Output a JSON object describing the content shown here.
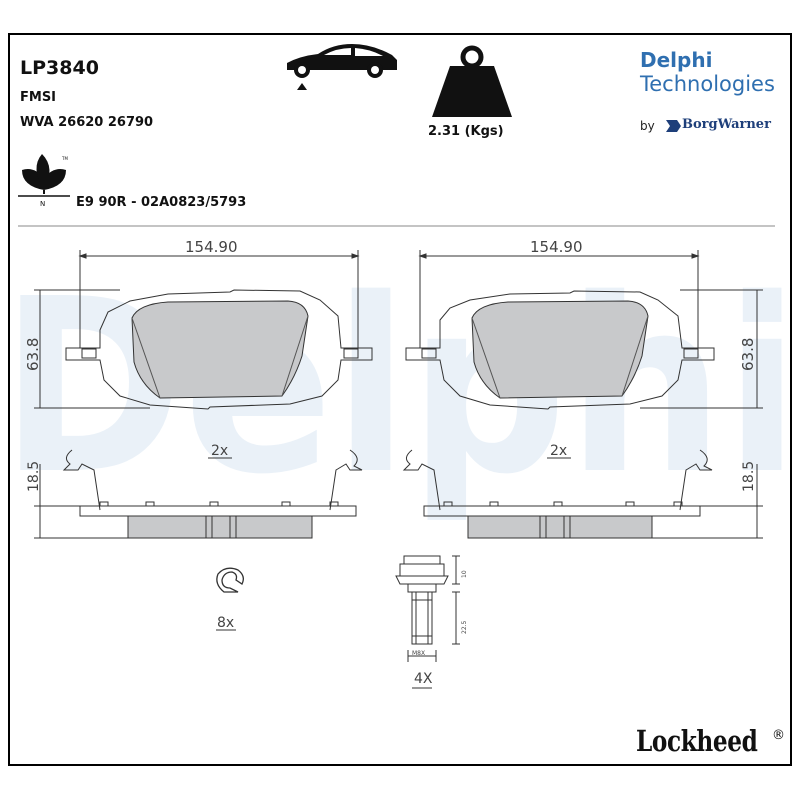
{
  "header": {
    "part_number": "LP3840",
    "fmsi_label": "FMSI",
    "wva_number": "WVA 26620 26790",
    "weight": "2.31 (Kgs)",
    "approval": "E9 90R - 02A0823/5793",
    "eco_mark": "N",
    "eco_tm": "TM"
  },
  "brand": {
    "line1": "Delphi",
    "line2": "Technologies",
    "by": "by",
    "partner": "BorgWarner",
    "watermark": "Delphi",
    "footer": "Lockheed",
    "footer_reg": "®",
    "color": "#2f6fb0"
  },
  "drawing": {
    "left_pad": {
      "width": "154.90",
      "height": "63.8",
      "thickness": "18.5",
      "quantity": "2x"
    },
    "right_pad": {
      "width": "154.90",
      "height": "63.8",
      "thickness": "18.5",
      "quantity": "2x"
    },
    "clip": {
      "quantity": "8x"
    },
    "bolt": {
      "quantity": "4X",
      "head_dim": "10",
      "shank_dim": "22.5",
      "thread_dim": "M8X"
    }
  }
}
